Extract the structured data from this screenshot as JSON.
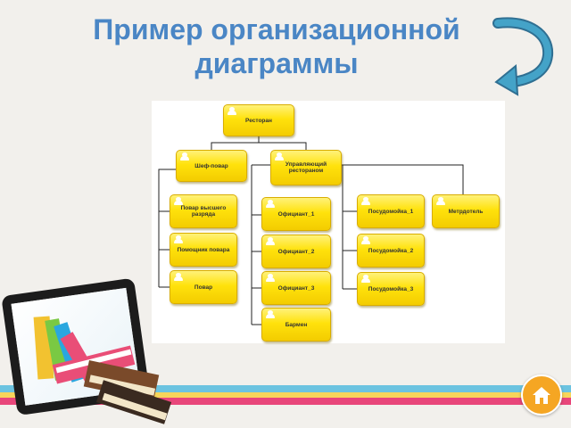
{
  "slide": {
    "title_line1": "Пример организационной",
    "title_line2": "диаграммы"
  },
  "org_chart": {
    "root": "Ресторан",
    "chef": "Шеф-повар",
    "manager": "Управляющий рестораном",
    "chef_staff": [
      "Повар высшего разряда",
      "Помощник повара",
      "Повар"
    ],
    "manager_staff": [
      "Официант_1",
      "Официант_2",
      "Официант_3",
      "Бармен"
    ],
    "dishwashers": [
      "Посудомойка_1",
      "Посудомойка_2",
      "Посудомойка_3"
    ],
    "maitre": "Метрдотель"
  },
  "icons": {
    "return_arrow": "curved-return-arrow-icon",
    "home": "home-icon",
    "person": "person-icon"
  },
  "colors": {
    "title": "#4a86c5",
    "node_fill": "#ffe20c",
    "arrow": "#3a8fb0",
    "home_button": "#f5a623"
  }
}
